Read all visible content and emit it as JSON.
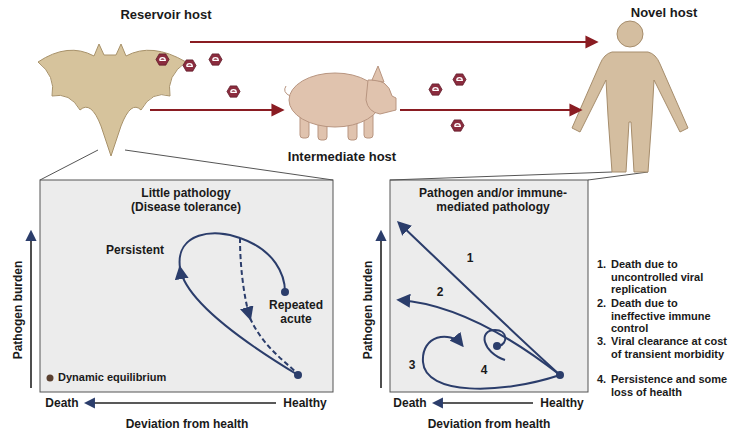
{
  "diagram": {
    "nodes": [
      {
        "text": [
          "Little pathology (Disease tolerance)",
          "Persistent",
          "Repeated acute"
        ]
      },
      {
        "text": [
          "Pathogen and/or immune-mediated pathology",
          "1",
          "2",
          "3",
          "4"
        ]
      }
    ],
    "labels": [
      "Reservoir host",
      "Intermediate host",
      "Novel host",
      "Pathogen burden",
      "Death",
      "Healthy",
      "Deviation from health",
      "Pathogen burden",
      "Death",
      "Healthy",
      "Deviation from health",
      "1.",
      "Death due to uncontrolled viral replication",
      "2.",
      "Death due to ineffective immune control",
      "3.",
      "Viral clearance at cost of transient morbidity",
      "4.",
      "Persistence and some loss of health"
    ],
    "legend": [
      {
        "text": "Dynamic equilibrium"
      }
    ]
  }
}
